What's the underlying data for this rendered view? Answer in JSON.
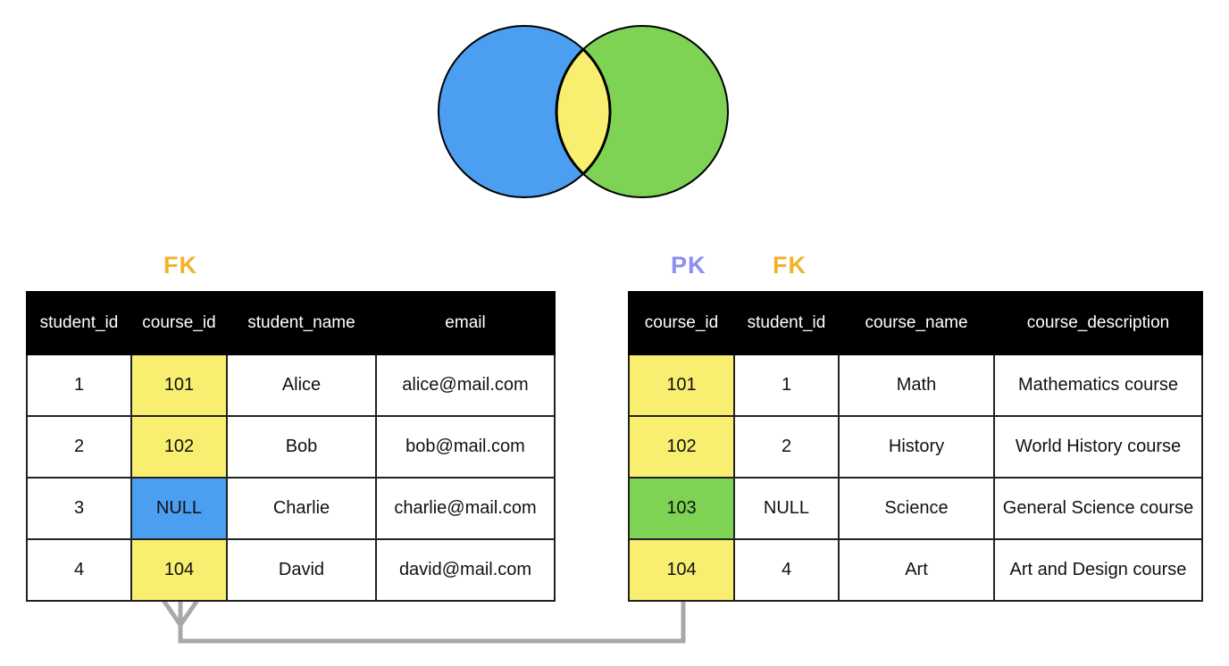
{
  "venn": {
    "left_circle_color": "#4C9EF0",
    "right_circle_color": "#7ED355",
    "intersection_color": "#F8EE70",
    "outline_color": "#000000"
  },
  "key_labels": {
    "students_fk": "FK",
    "courses_pk": "PK",
    "courses_fk": "FK",
    "fk_color": "#F2B32C",
    "pk_color": "#8D8DF2"
  },
  "colors": {
    "highlight_yellow": "#F8EE70",
    "highlight_blue": "#4C9EF0",
    "highlight_green": "#7ED355",
    "connector": "#A8A8A8"
  },
  "students_table": {
    "columns": [
      "student_id",
      "course_id",
      "student_name",
      "email"
    ],
    "rows": [
      [
        "1",
        "101",
        "Alice",
        "alice@mail.com"
      ],
      [
        "2",
        "102",
        "Bob",
        "bob@mail.com"
      ],
      [
        "3",
        "NULL",
        "Charlie",
        "charlie@mail.com"
      ],
      [
        "4",
        "104",
        "David",
        "david@mail.com"
      ]
    ]
  },
  "courses_table": {
    "columns": [
      "course_id",
      "student_id",
      "course_name",
      "course_description"
    ],
    "rows": [
      [
        "101",
        "1",
        "Math",
        "Mathematics course"
      ],
      [
        "102",
        "2",
        "History",
        "World History course"
      ],
      [
        "103",
        "NULL",
        "Science",
        "General Science course"
      ],
      [
        "104",
        "4",
        "Art",
        "Art and Design course"
      ]
    ]
  }
}
